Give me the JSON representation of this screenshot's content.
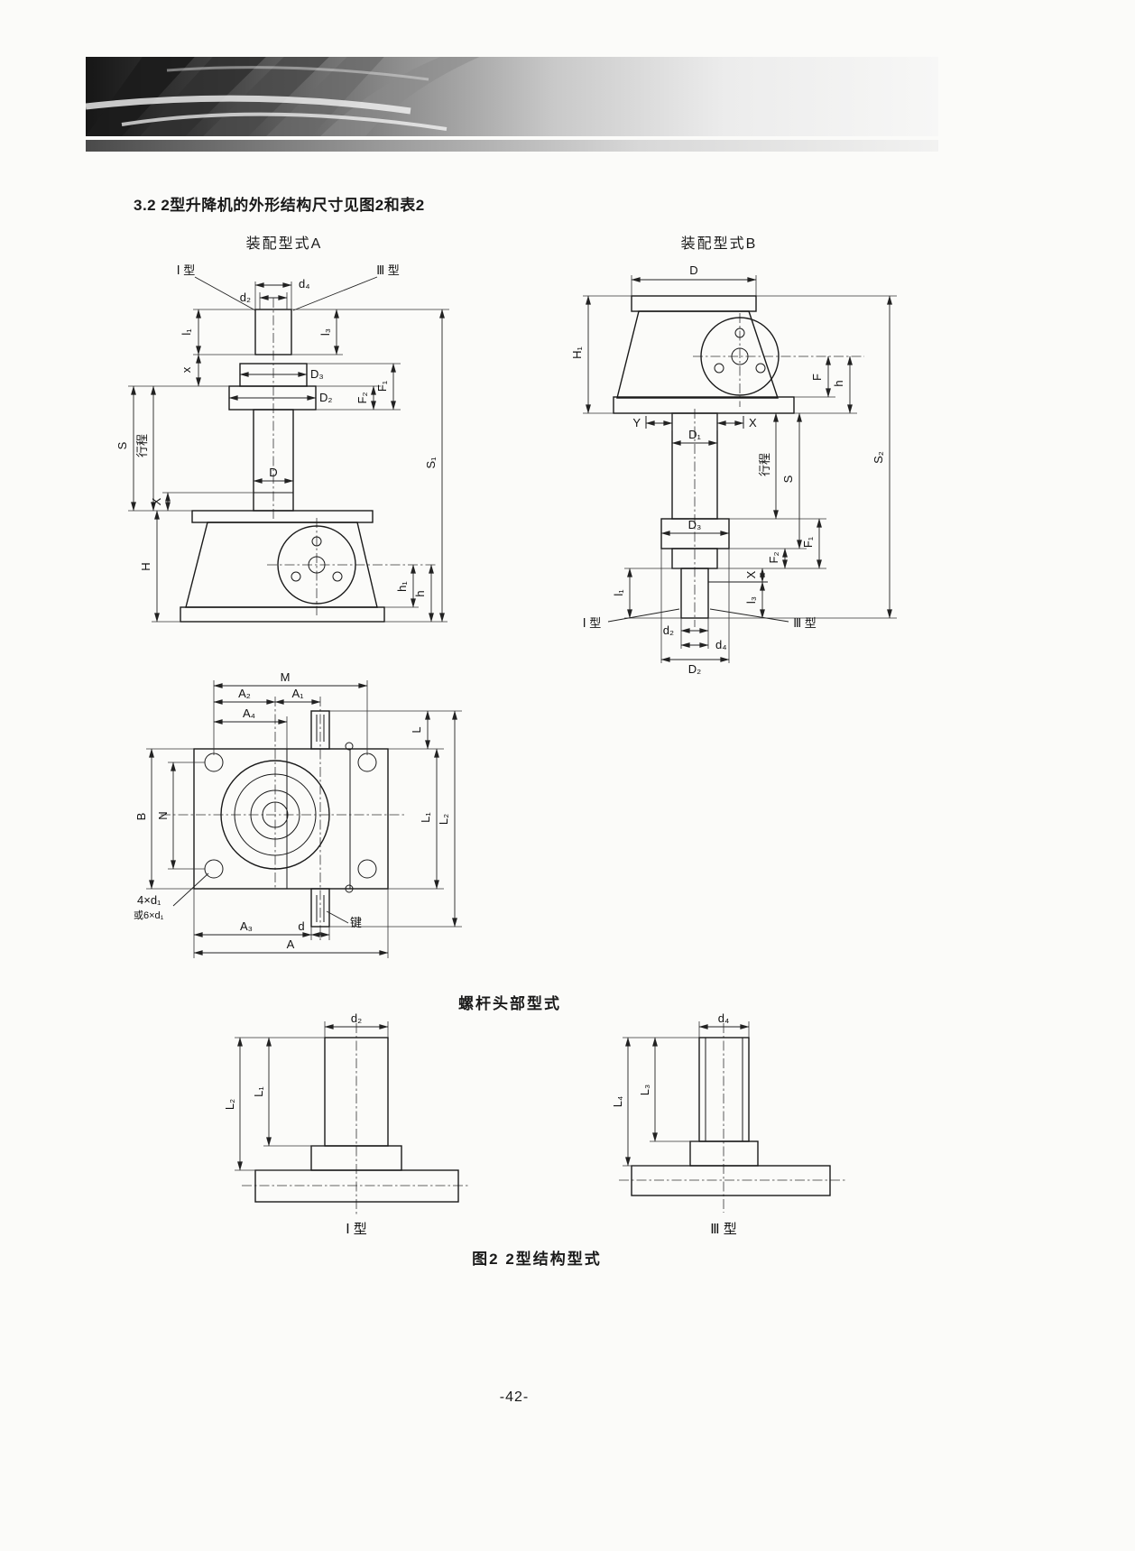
{
  "page": {
    "section_heading": "3.2 2型升降机的外形结构尺寸见图2和表2",
    "screw_head_heading": "螺杆头部型式",
    "figure_caption": "图2  2型结构型式",
    "page_number": "-42-"
  },
  "assembly_a": {
    "title": "装配型式A",
    "labels": {
      "type1": "Ⅰ 型",
      "type3": "Ⅲ 型",
      "d2": "d₂",
      "d4": "d₄",
      "l1": "l₁",
      "l3": "l₃",
      "x_lower": "x",
      "X_upper": "X",
      "D3": "D₃",
      "D2": "D₂",
      "D": "D",
      "F1": "F₁",
      "F2": "F₂",
      "S": "S",
      "stroke": "行程",
      "S1": "S₁",
      "H": "H",
      "h1": "h₁",
      "h": "h"
    }
  },
  "assembly_b": {
    "title": "装配型式B",
    "labels": {
      "D": "D",
      "H1": "H₁",
      "F": "F",
      "h": "h",
      "Y": "Y",
      "X_upper": "X",
      "D1": "D₁",
      "stroke": "行程",
      "S": "S",
      "S2": "S₂",
      "D3": "D₃",
      "F1": "F₁",
      "F2": "F₂",
      "X_lower": "X",
      "l1": "l₁",
      "l3": "l₃",
      "d2": "d₂",
      "d4": "d₄",
      "type1": "Ⅰ 型",
      "type3": "Ⅲ 型",
      "D2": "D₂"
    }
  },
  "top_view": {
    "labels": {
      "M": "M",
      "A2": "A₂",
      "A1": "A₁",
      "A4": "A₄",
      "L": "L",
      "B": "B",
      "N": "N",
      "L1": "L₁",
      "L2": "L₂",
      "holes_4": "4×d₁",
      "holes_6": "或6×d₁",
      "A3": "A₃",
      "d": "d",
      "key": "键",
      "A": "A"
    }
  },
  "head_type1": {
    "caption": "Ⅰ 型",
    "labels": {
      "d2": "d₂",
      "L2": "L₂",
      "L1": "L₁"
    }
  },
  "head_type3": {
    "caption": "Ⅲ 型",
    "labels": {
      "d4": "d₄",
      "L4": "L₄",
      "L3": "L₃"
    }
  }
}
